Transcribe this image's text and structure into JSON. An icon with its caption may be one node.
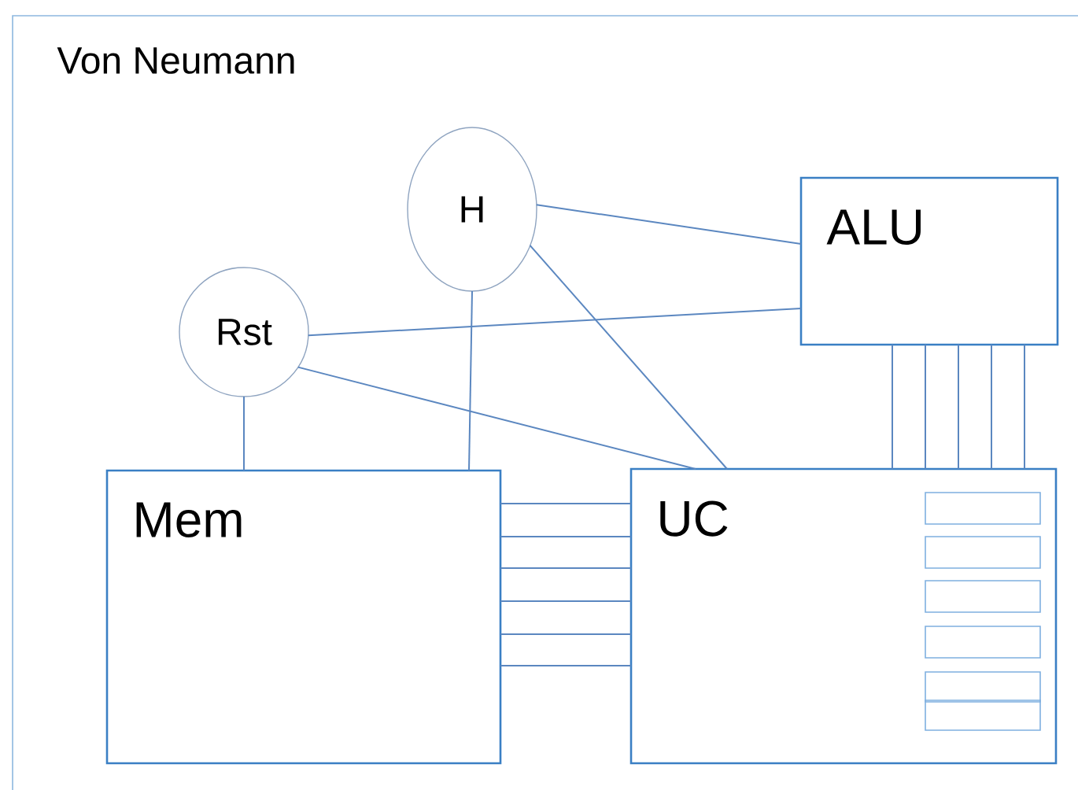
{
  "diagram": {
    "title": "Von Neumann",
    "nodes": [
      {
        "text": [
          "H"
        ]
      },
      {
        "text": [
          "ALU"
        ]
      },
      {
        "text": [
          "Rst"
        ]
      },
      {
        "text": [
          "Mem"
        ]
      },
      {
        "text": [
          "UC"
        ]
      },
      {
        "text": [],
        "shape": "box",
        "in": 4
      },
      {
        "text": [],
        "shape": "box",
        "in": 4
      },
      {
        "text": [],
        "shape": "box",
        "in": 4
      },
      {
        "text": [],
        "shape": "box",
        "in": 4
      },
      {
        "text": [],
        "shape": "box",
        "in": 4
      },
      {
        "text": [],
        "shape": "box",
        "in": 4
      }
    ],
    "edges": [
      {
        "from": 0,
        "to": 1,
        "arrow": "none"
      },
      {
        "from": 0,
        "to": 4,
        "arrow": "none"
      },
      {
        "from": 0,
        "to": 3,
        "arrow": "none"
      },
      {
        "from": 2,
        "to": 1,
        "arrow": "none"
      },
      {
        "from": 2,
        "to": 4,
        "arrow": "none"
      },
      {
        "from": 2,
        "to": 3,
        "arrow": "none"
      },
      {
        "from": 3,
        "to": 4,
        "arrow": "none"
      },
      {
        "from": 3,
        "to": 4,
        "arrow": "none"
      },
      {
        "from": 3,
        "to": 4,
        "arrow": "none"
      },
      {
        "from": 3,
        "to": 4,
        "arrow": "none"
      },
      {
        "from": 3,
        "to": 4,
        "arrow": "none"
      },
      {
        "from": 3,
        "to": 4,
        "arrow": "none"
      },
      {
        "from": 1,
        "to": 4,
        "arrow": "none"
      },
      {
        "from": 1,
        "to": 4,
        "arrow": "none"
      },
      {
        "from": 1,
        "to": 4,
        "arrow": "none"
      },
      {
        "from": 1,
        "to": 4,
        "arrow": "none"
      },
      {
        "from": 1,
        "to": 4,
        "arrow": "none"
      }
    ]
  }
}
